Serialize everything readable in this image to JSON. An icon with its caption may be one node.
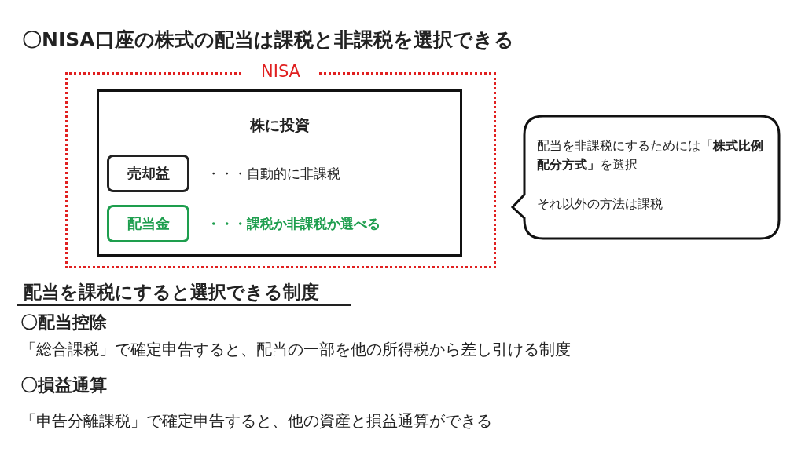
{
  "diagram": {
    "title": "〇NISA口座の株式の配当は課税と非課税を選択できる",
    "nodes": [
      {
        "text": [
          "NISA"
        ]
      },
      {
        "text": [
          "株に投資"
        ],
        "in": 0
      },
      {
        "text": [
          "売却益"
        ],
        "in": 1,
        "beside": [
          "・・・自動的に非課税"
        ]
      },
      {
        "text": [
          "配当金"
        ],
        "in": 1,
        "beside": [
          "・・・課税か非課税か選べる"
        ]
      },
      {
        "text": [
          "配当を非課税にするためには**「株式比例配分方式」**を選択",
          "それ以外の方法は課税"
        ]
      }
    ],
    "labels": [
      "配当を課税にすると選択できる制度",
      "〇配当控除",
      "「総合課税」で確定申告すると、配当の一部を他の所得税から差し引ける制度",
      "〇損益通算",
      "「申告分離課税」で確定申告すると、他の資産と損益通算ができる"
    ]
  }
}
